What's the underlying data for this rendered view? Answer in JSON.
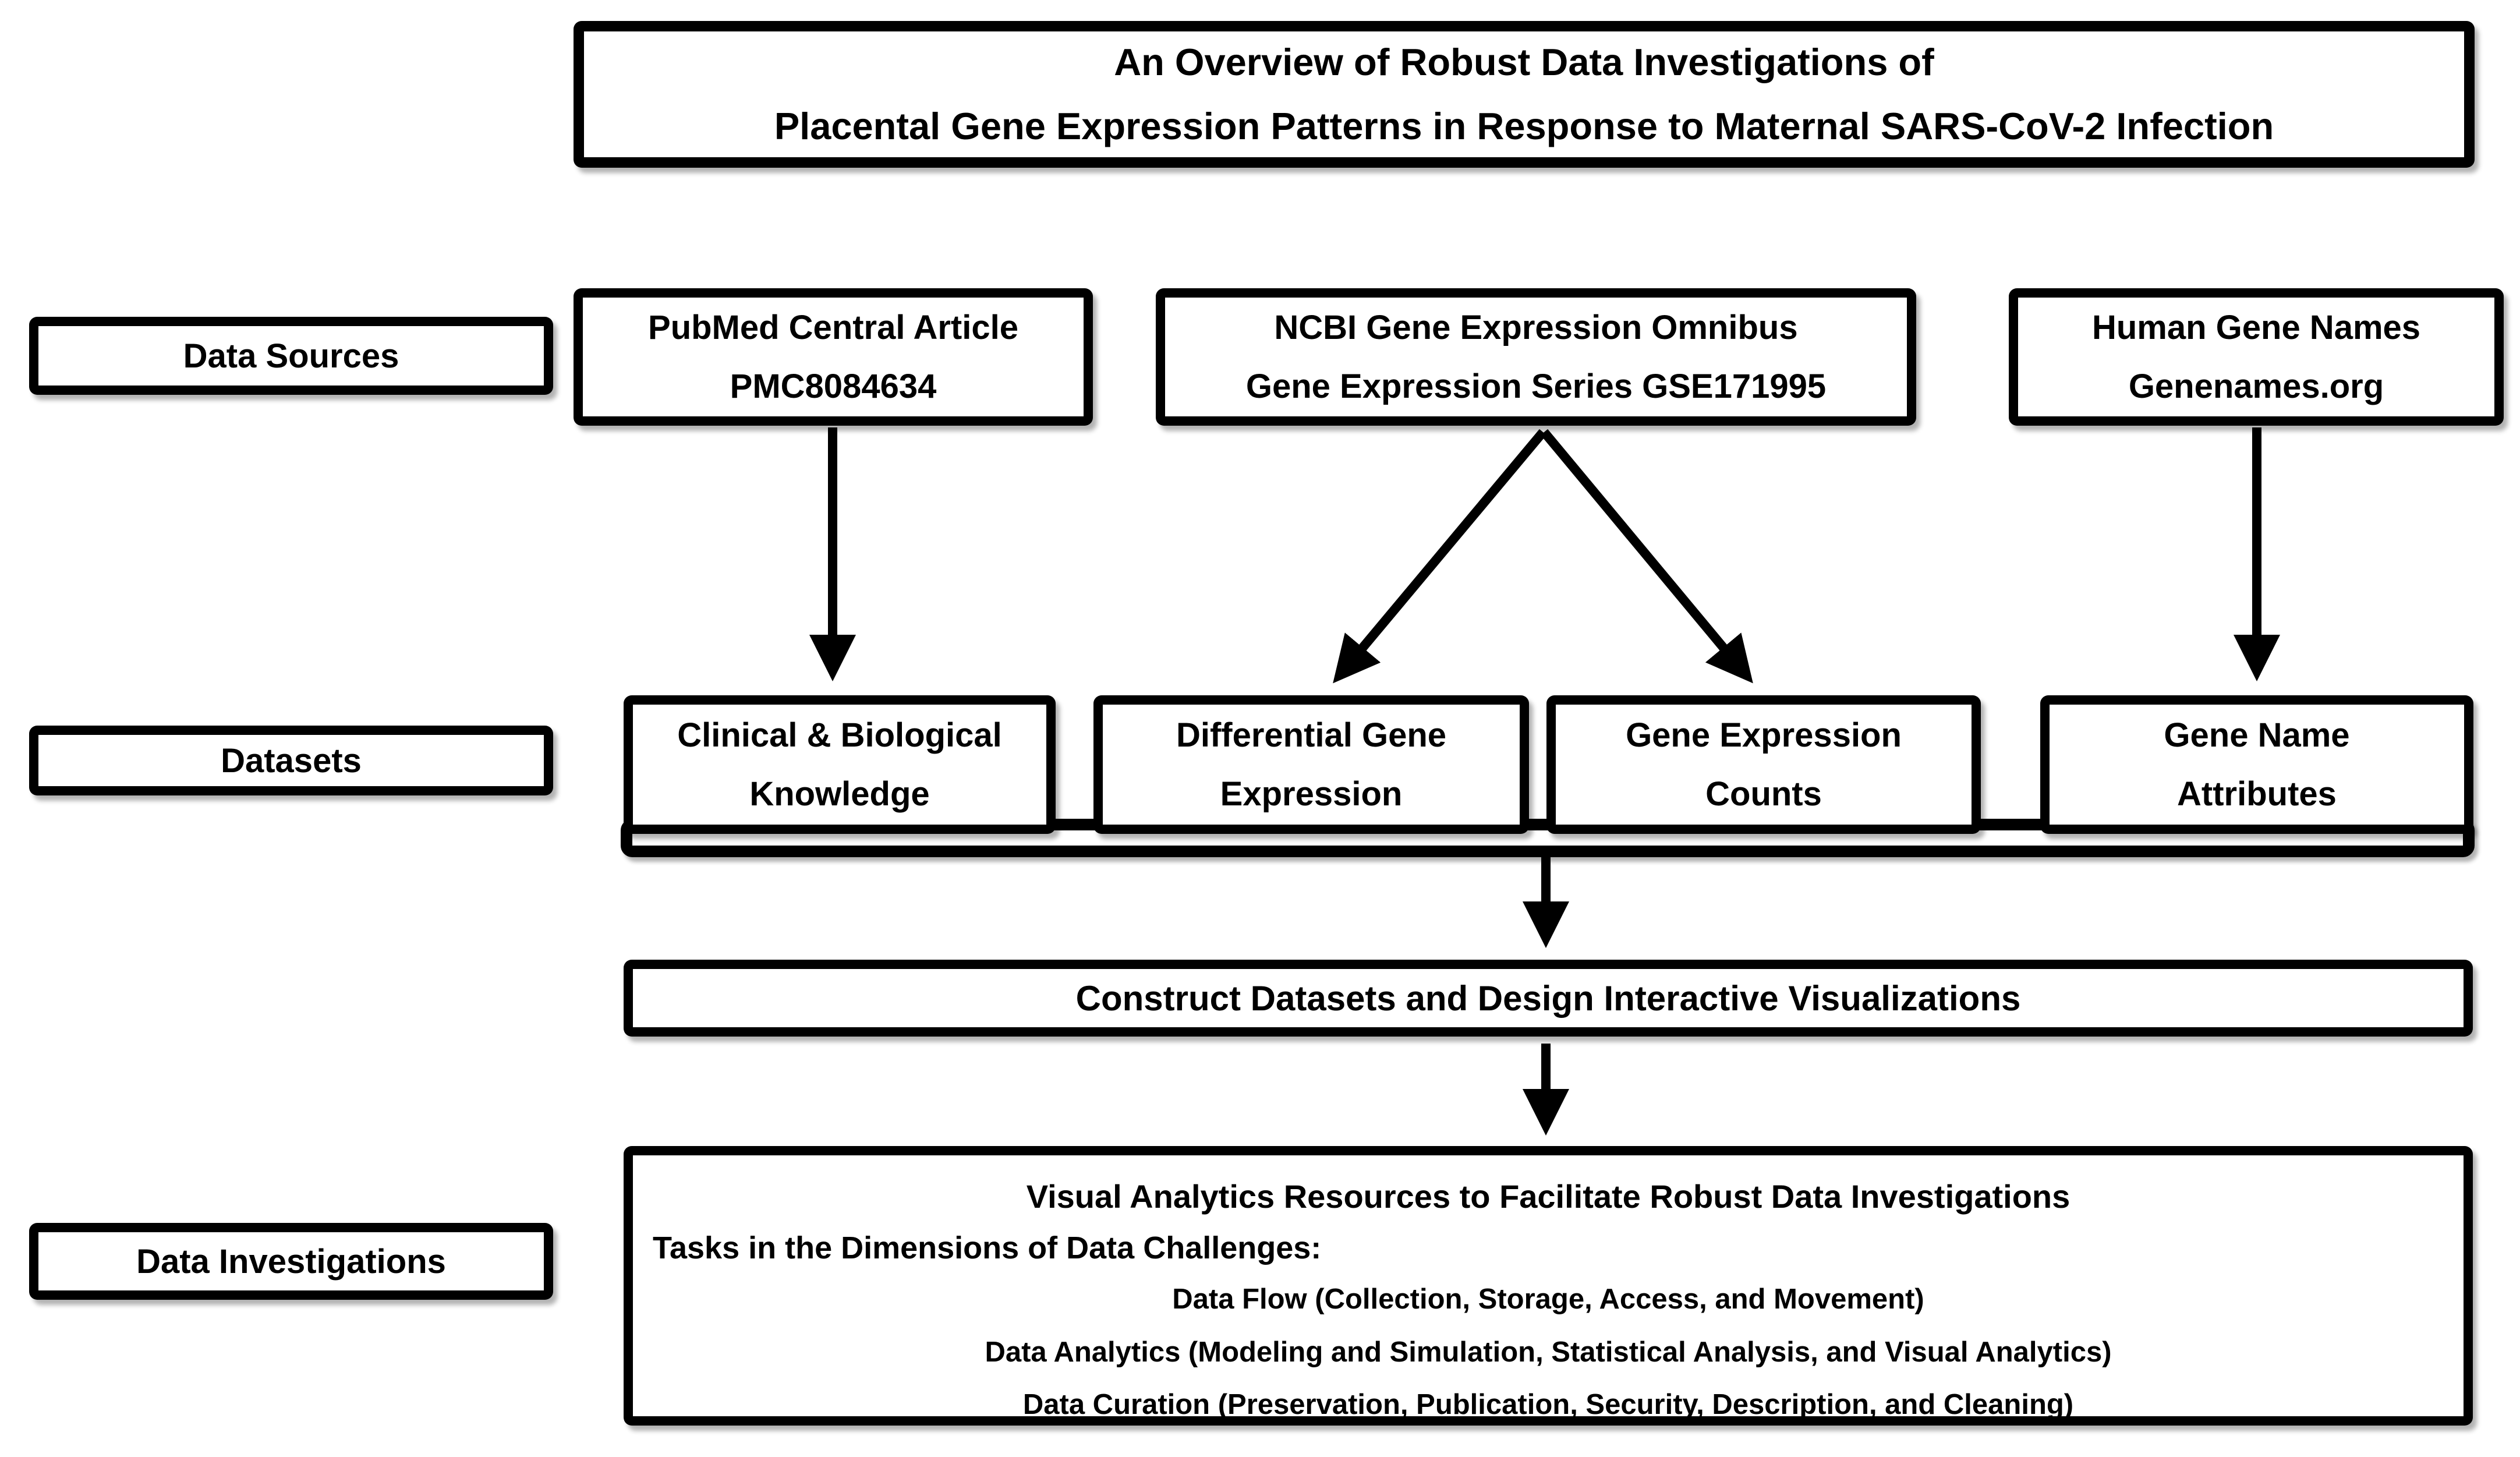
{
  "diagram": {
    "title": {
      "line1": "An Overview of Robust Data Investigations of",
      "line2": "Placental Gene Expression Patterns in Response to Maternal SARS-CoV-2 Infection"
    },
    "row_labels": {
      "data_sources": "Data Sources",
      "datasets": "Datasets",
      "data_investigations": "Data Investigations"
    },
    "data_sources": {
      "pubmed": {
        "line1": "PubMed Central Article",
        "line2": "PMC8084634"
      },
      "geo": {
        "line1": "NCBI Gene Expression Omnibus",
        "line2": "Gene Expression Series GSE171995"
      },
      "genenames": {
        "line1": "Human Gene Names",
        "line2": "Genenames.org"
      }
    },
    "datasets": {
      "clinical": {
        "line1": "Clinical & Biological",
        "line2": "Knowledge"
      },
      "differential": {
        "line1": "Differential Gene",
        "line2": "Expression"
      },
      "counts": {
        "line1": "Gene Expression",
        "line2": "Counts"
      },
      "gene_name_attributes": {
        "line1": "Gene Name",
        "line2": "Attributes"
      }
    },
    "construct_step": {
      "label": "Construct Datasets and Design Interactive Visualizations"
    },
    "investigations_box": {
      "heading": "Visual Analytics Resources to Facilitate Robust Data Investigations",
      "subheading": "Tasks in the Dimensions of Data Challenges:",
      "tasks": [
        "Data Flow (Collection, Storage, Access, and Movement)",
        "Data Analytics (Modeling and Simulation, Statistical Analysis, and Visual Analytics)",
        "Data Curation (Preservation, Publication, Security, Description, and Cleaning)"
      ]
    },
    "colors": {
      "ink": "#000000",
      "paper": "#ffffff"
    }
  }
}
